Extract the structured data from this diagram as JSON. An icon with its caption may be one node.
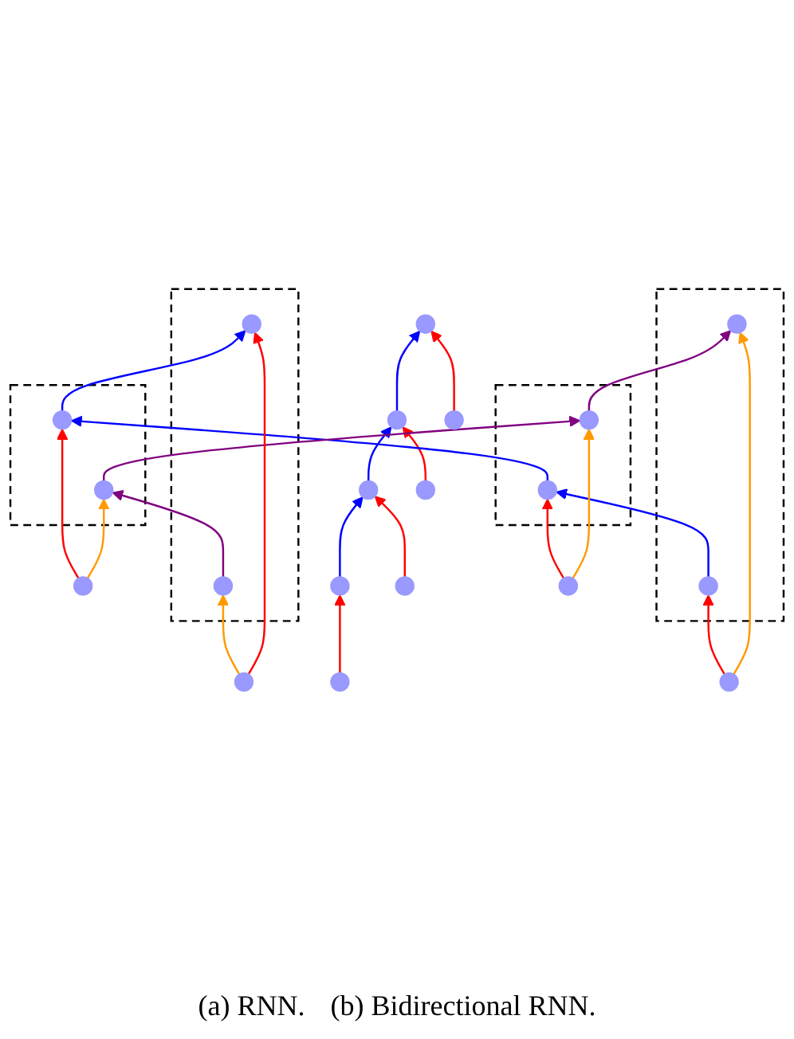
{
  "diagram": {
    "nodes": [
      {
        "text": [],
        "shape": "circle"
      },
      {
        "text": [],
        "shape": "circle"
      },
      {
        "text": [],
        "shape": "circle"
      },
      {
        "text": [],
        "shape": "circle"
      },
      {
        "text": [],
        "shape": "circle"
      },
      {
        "text": [],
        "shape": "circle"
      },
      {
        "text": [],
        "shape": "circle"
      },
      {
        "text": [],
        "shape": "circle"
      },
      {
        "text": [],
        "shape": "box"
      },
      {
        "text": [],
        "shape": "circle",
        "in": 8
      },
      {
        "text": [],
        "shape": "circle",
        "in": 8
      },
      {
        "text": [],
        "shape": "box"
      },
      {
        "text": [],
        "shape": "circle",
        "in": 11
      },
      {
        "text": [],
        "shape": "circle",
        "in": 11
      },
      {
        "text": [],
        "shape": "box"
      },
      {
        "text": [],
        "shape": "circle",
        "in": 14
      },
      {
        "text": [],
        "shape": "circle",
        "in": 14
      },
      {
        "text": [],
        "shape": "box"
      },
      {
        "text": [],
        "shape": "circle",
        "in": 17
      },
      {
        "text": [],
        "shape": "circle",
        "in": 17
      },
      {
        "text": [],
        "shape": "circle"
      },
      {
        "text": [],
        "shape": "circle"
      },
      {
        "text": [],
        "shape": "circle"
      },
      {
        "text": [],
        "shape": "circle"
      }
    ],
    "edges": [
      {
        "from": 0,
        "to": 1,
        "arrow": "to",
        "color": "#0000ff"
      },
      {
        "from": 1,
        "to": 2,
        "arrow": "to",
        "color": "#0000ff"
      },
      {
        "from": 2,
        "to": 3,
        "arrow": "to",
        "color": "#0000ff"
      },
      {
        "from": 4,
        "to": 0,
        "arrow": "to",
        "color": "#ff0000"
      },
      {
        "from": 5,
        "to": 1,
        "arrow": "to",
        "color": "#ff0000"
      },
      {
        "from": 6,
        "to": 2,
        "arrow": "to",
        "color": "#ff0000"
      },
      {
        "from": 7,
        "to": 3,
        "arrow": "to",
        "color": "#ff0000"
      },
      {
        "from": 9,
        "to": 12,
        "arrow": "to",
        "color": "#0000ff"
      },
      {
        "from": 12,
        "to": 15,
        "arrow": "to",
        "color": "#0000ff"
      },
      {
        "from": 15,
        "to": 18,
        "arrow": "to",
        "color": "#0000ff"
      },
      {
        "from": 13,
        "to": 10,
        "arrow": "to",
        "color": "#800080"
      },
      {
        "from": 16,
        "to": 13,
        "arrow": "to",
        "color": "#800080"
      },
      {
        "from": 19,
        "to": 16,
        "arrow": "to",
        "color": "#800080"
      },
      {
        "from": 20,
        "to": 9,
        "arrow": "to",
        "color": "#ff0000"
      },
      {
        "from": 21,
        "to": 12,
        "arrow": "to",
        "color": "#ff0000"
      },
      {
        "from": 22,
        "to": 15,
        "arrow": "to",
        "color": "#ff0000"
      },
      {
        "from": 23,
        "to": 18,
        "arrow": "to",
        "color": "#ff0000"
      },
      {
        "from": 20,
        "to": 10,
        "arrow": "to",
        "color": "#ff9900"
      },
      {
        "from": 21,
        "to": 13,
        "arrow": "to",
        "color": "#ff9900"
      },
      {
        "from": 22,
        "to": 16,
        "arrow": "to",
        "color": "#ff9900"
      },
      {
        "from": 23,
        "to": 19,
        "arrow": "to",
        "color": "#ff9900"
      }
    ],
    "labels": [
      "(a) RNN.",
      "(b) Bidirectional RNN."
    ]
  }
}
